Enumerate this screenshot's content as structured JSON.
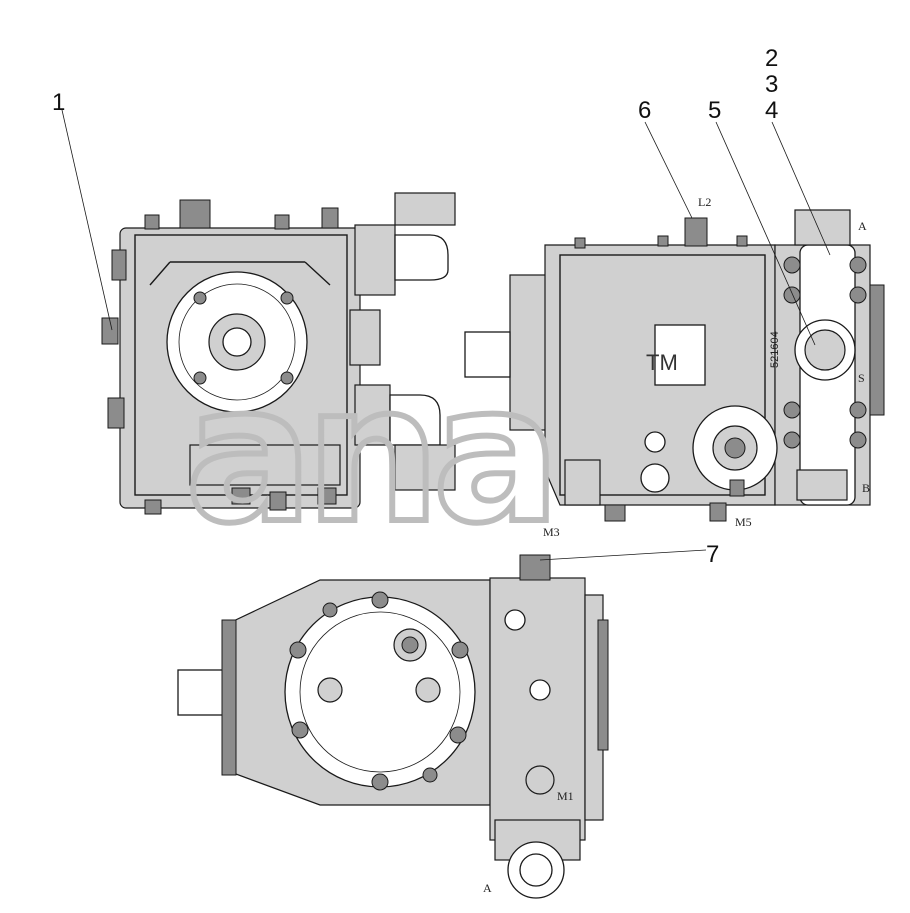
{
  "callouts": [
    "1",
    "2",
    "3",
    "4",
    "5",
    "6",
    "7"
  ],
  "ports": {
    "l2": "L2",
    "a_top": "A",
    "s": "S",
    "b": "B",
    "m3": "M3",
    "m5": "M5",
    "m1": "M1",
    "a_bottom": "A"
  },
  "plate_text": "TM",
  "serial_text": "521604",
  "watermark_text": "ana"
}
